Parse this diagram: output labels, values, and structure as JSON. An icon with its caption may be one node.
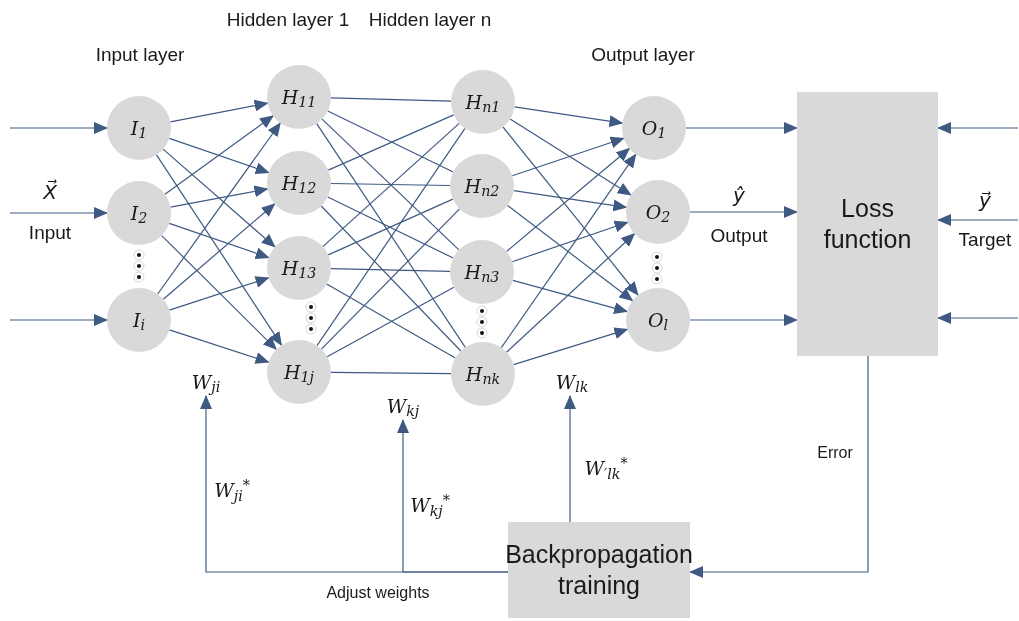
{
  "diagram": {
    "nodes": [
      {
        "text": [
          "I$_{1}$"
        ]
      },
      {
        "text": [
          "I$_{2}$"
        ]
      },
      {
        "text": [
          "I$_{i}$"
        ]
      },
      {
        "text": [
          "H$_{11}$"
        ]
      },
      {
        "text": [
          "H$_{12}$"
        ]
      },
      {
        "text": [
          "H$_{13}$"
        ]
      },
      {
        "text": [
          "H$_{1j}$"
        ]
      },
      {
        "text": [
          "H$_{n1}$"
        ]
      },
      {
        "text": [
          "H$_{n2}$"
        ]
      },
      {
        "text": [
          "H$_{n3}$"
        ]
      },
      {
        "text": [
          "H$_{nk}$"
        ]
      },
      {
        "text": [
          "O$_{1}$"
        ]
      },
      {
        "text": [
          "O$_{2}$"
        ]
      },
      {
        "text": [
          "O$_{l}$"
        ]
      },
      {
        "text": [
          "Loss function"
        ]
      },
      {
        "text": [
          "Backpropagation training"
        ]
      },
      {
        "text": [
          "W$_{ji}$"
        ]
      },
      {
        "text": [
          "W$_{kj}$"
        ]
      },
      {
        "text": [
          "W$_{lk}$"
        ]
      }
    ],
    "edges": [
      {
        "from": 0,
        "to": 3,
        "arrow": "to"
      },
      {
        "from": 0,
        "to": 4,
        "arrow": "to"
      },
      {
        "from": 0,
        "to": 5,
        "arrow": "to"
      },
      {
        "from": 0,
        "to": 6,
        "arrow": "to"
      },
      {
        "from": 1,
        "to": 3,
        "arrow": "to"
      },
      {
        "from": 1,
        "to": 4,
        "arrow": "to"
      },
      {
        "from": 1,
        "to": 5,
        "arrow": "to"
      },
      {
        "from": 1,
        "to": 6,
        "arrow": "to"
      },
      {
        "from": 2,
        "to": 3,
        "arrow": "to"
      },
      {
        "from": 2,
        "to": 4,
        "arrow": "to"
      },
      {
        "from": 2,
        "to": 5,
        "arrow": "to"
      },
      {
        "from": 2,
        "to": 6,
        "arrow": "to"
      },
      {
        "from": 3,
        "to": 7,
        "arrow": "none"
      },
      {
        "from": 3,
        "to": 8,
        "arrow": "none"
      },
      {
        "from": 3,
        "to": 9,
        "arrow": "none"
      },
      {
        "from": 3,
        "to": 10,
        "arrow": "none"
      },
      {
        "from": 4,
        "to": 7,
        "arrow": "none"
      },
      {
        "from": 4,
        "to": 8,
        "arrow": "none"
      },
      {
        "from": 4,
        "to": 9,
        "arrow": "none"
      },
      {
        "from": 4,
        "to": 10,
        "arrow": "none"
      },
      {
        "from": 5,
        "to": 7,
        "arrow": "none"
      },
      {
        "from": 5,
        "to": 8,
        "arrow": "none"
      },
      {
        "from": 5,
        "to": 9,
        "arrow": "none"
      },
      {
        "from": 5,
        "to": 10,
        "arrow": "none"
      },
      {
        "from": 6,
        "to": 7,
        "arrow": "none"
      },
      {
        "from": 6,
        "to": 8,
        "arrow": "none"
      },
      {
        "from": 6,
        "to": 9,
        "arrow": "none"
      },
      {
        "from": 6,
        "to": 10,
        "arrow": "none"
      },
      {
        "from": 7,
        "to": 11,
        "arrow": "to"
      },
      {
        "from": 7,
        "to": 12,
        "arrow": "to"
      },
      {
        "from": 7,
        "to": 13,
        "arrow": "to"
      },
      {
        "from": 8,
        "to": 11,
        "arrow": "to"
      },
      {
        "from": 8,
        "to": 12,
        "arrow": "to"
      },
      {
        "from": 8,
        "to": 13,
        "arrow": "to"
      },
      {
        "from": 9,
        "to": 11,
        "arrow": "to"
      },
      {
        "from": 9,
        "to": 12,
        "arrow": "to"
      },
      {
        "from": 9,
        "to": 13,
        "arrow": "to"
      },
      {
        "from": 10,
        "to": 11,
        "arrow": "to"
      },
      {
        "from": 10,
        "to": 12,
        "arrow": "to"
      },
      {
        "from": 10,
        "to": 13,
        "arrow": "to"
      },
      {
        "from": null,
        "to": 0,
        "arrow": "to"
      },
      {
        "from": null,
        "to": 1,
        "arrow": "to",
        "label": "Input"
      },
      {
        "from": null,
        "to": 2,
        "arrow": "to"
      },
      {
        "from": 11,
        "to": 14,
        "arrow": "to"
      },
      {
        "from": 12,
        "to": 14,
        "arrow": "to",
        "label": "Output"
      },
      {
        "from": 13,
        "to": 14,
        "arrow": "to"
      },
      {
        "from": null,
        "to": 14,
        "arrow": "to"
      },
      {
        "from": null,
        "to": 14,
        "arrow": "to",
        "label": "Target"
      },
      {
        "from": null,
        "to": 14,
        "arrow": "to"
      },
      {
        "from": 14,
        "to": 15,
        "arrow": "to",
        "label": "Error"
      },
      {
        "from": 15,
        "to": 16,
        "arrow": "to",
        "label": "W$_{ji}$$^{*}$"
      },
      {
        "from": 15,
        "to": 17,
        "arrow": "to",
        "label": "W$_{kj}$$^{*}$"
      },
      {
        "from": 15,
        "to": 18,
        "arrow": "to",
        "label": "W$_{′lk}$$^{*}$"
      }
    ],
    "labels": [
      "Input layer",
      "Hidden layer 1",
      "Hidden layer n",
      "Output layer",
      "X⃗",
      "ŷ",
      "y⃗",
      "Adjust weights"
    ]
  }
}
